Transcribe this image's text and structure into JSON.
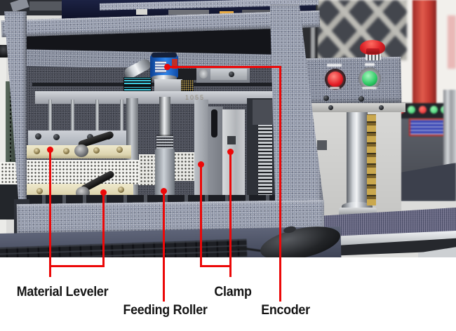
{
  "annotation": {
    "color": "#ec0808",
    "labels": [
      {
        "id": "material-leveler",
        "text": "Material Leveler"
      },
      {
        "id": "feeding-roller",
        "text": "Feeding Roller"
      },
      {
        "id": "clamp",
        "text": "Clamp"
      },
      {
        "id": "encoder",
        "text": "Encoder"
      }
    ]
  },
  "photo": {
    "rail_marking": "1055",
    "colors": {
      "hammertone_gray": "#8f96a8",
      "encoder_blue": "#1f6cd0",
      "estop_red": "#dc2127",
      "indicator_red": "#e31b24",
      "button_green": "#2bc862",
      "pillar_red": "#c93a33",
      "cream_bar": "#e3dcbc",
      "label_text": "#141414"
    }
  }
}
